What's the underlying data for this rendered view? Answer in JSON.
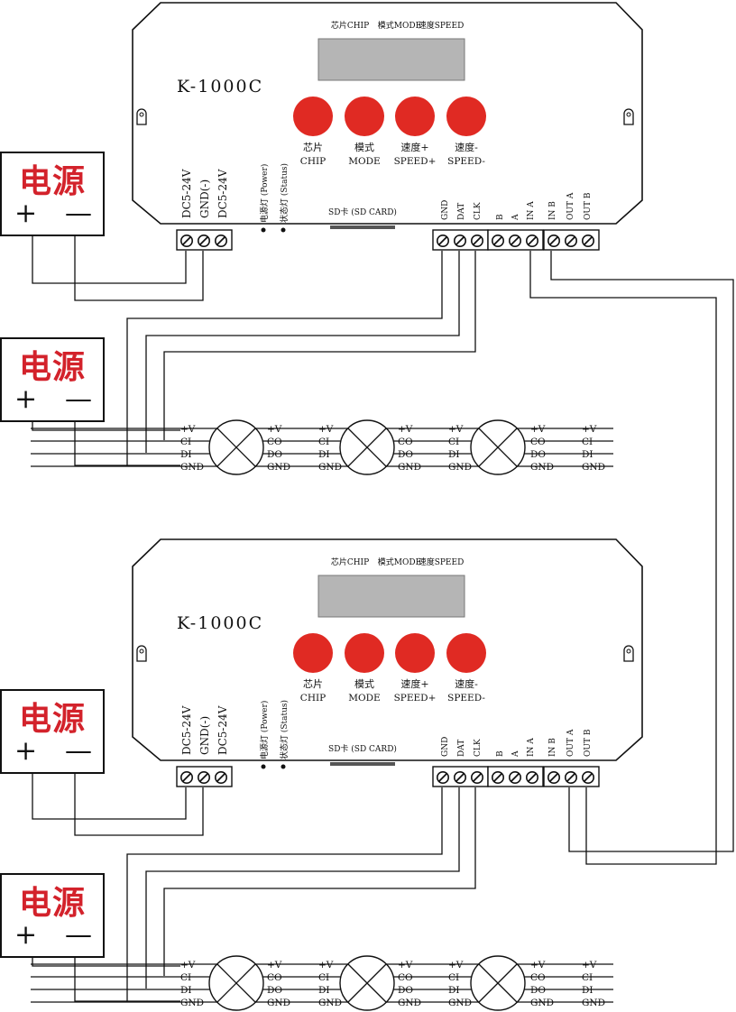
{
  "controller": {
    "top_labels": [
      "芯片CHIP",
      "模式MODE",
      "速度SPEED"
    ],
    "model": "K-1000C",
    "buttons": [
      {
        "cn": "芯片",
        "en": "CHIP"
      },
      {
        "cn": "模式",
        "en": "MODE"
      },
      {
        "cn": "速度+",
        "en": "SPEED+"
      },
      {
        "cn": "速度-",
        "en": "SPEED-"
      }
    ],
    "power_terms": [
      "DC5-24V",
      "GND(-)",
      "DC5-24V"
    ],
    "indicators": [
      "电源灯 (Power)",
      "状态灯 (Status)"
    ],
    "sd": "SD卡 (SD CARD)",
    "signal_terms": [
      "GND",
      "DAT",
      "CLK"
    ],
    "ab_terms": [
      "B",
      "A",
      "IN A"
    ],
    "out_terms": [
      "IN B",
      "OUT A",
      "OUT B"
    ],
    "button_color": "#e02a23",
    "lcd_color": "#b5b5b5"
  },
  "power_supply": {
    "title": "电源",
    "plus": "+",
    "minus": "—",
    "title_color": "#d3222b"
  },
  "strip": {
    "in_labels": [
      "+V",
      "CI",
      "DI",
      "GND"
    ],
    "out_labels": [
      "+V",
      "CO",
      "DO",
      "GND"
    ]
  }
}
